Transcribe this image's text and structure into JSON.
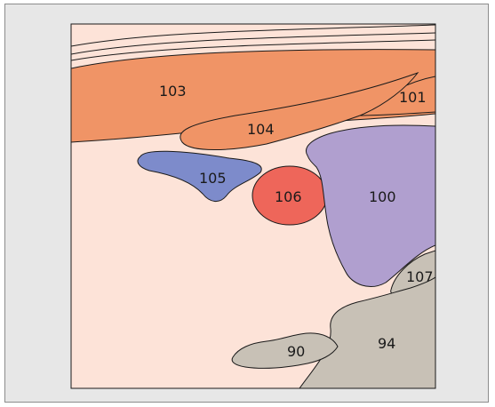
{
  "colors": {
    "background": "#fde3d8",
    "panel": "#e7e7e7",
    "orange": "#f09466",
    "blue": "#7d8bcb",
    "red": "#ee665a",
    "purple": "#b09fcf",
    "gray": "#c8c1b6"
  },
  "regions": {
    "r100": {
      "label": "100"
    },
    "r101": {
      "label": "101"
    },
    "r103": {
      "label": "103"
    },
    "r104": {
      "label": "104"
    },
    "r105": {
      "label": "105"
    },
    "r106": {
      "label": "106"
    },
    "r107": {
      "label": "107"
    },
    "r90": {
      "label": "90"
    },
    "r94": {
      "label": "94"
    }
  }
}
